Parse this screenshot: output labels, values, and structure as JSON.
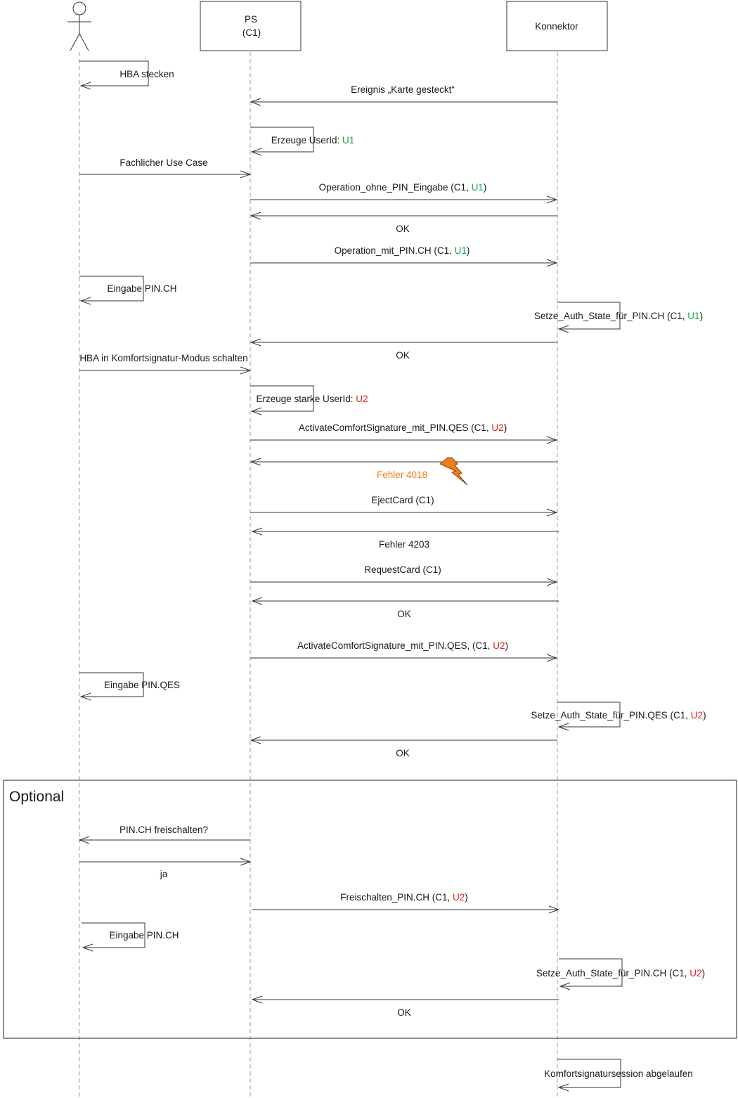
{
  "participants": {
    "ps_name": "PS",
    "ps_context": "(C1)",
    "konnektor": "Konnektor"
  },
  "colors": {
    "green": "#14a84a",
    "red": "#e2231a",
    "orange": "#ee7d1c"
  },
  "messages": [
    {
      "id": "m1",
      "parts": [
        {
          "t": "HBA stecken"
        }
      ]
    },
    {
      "id": "m2",
      "parts": [
        {
          "t": "Ereignis „Karte gesteckt“"
        }
      ]
    },
    {
      "id": "m3",
      "parts": [
        {
          "t": "Erzeuge UserId: "
        },
        {
          "t": "U1",
          "c": "green"
        }
      ]
    },
    {
      "id": "m4",
      "parts": [
        {
          "t": "Fachlicher Use Case"
        }
      ]
    },
    {
      "id": "m5",
      "parts": [
        {
          "t": "Operation_ohne_PIN_Eingabe (C1, "
        },
        {
          "t": "U1",
          "c": "green"
        },
        {
          "t": ")"
        }
      ]
    },
    {
      "id": "m6",
      "parts": [
        {
          "t": "OK"
        }
      ]
    },
    {
      "id": "m7",
      "parts": [
        {
          "t": "Operation_mit_PIN.CH (C1, "
        },
        {
          "t": "U1",
          "c": "green"
        },
        {
          "t": ")"
        }
      ]
    },
    {
      "id": "m8",
      "parts": [
        {
          "t": "Eingabe PIN.CH"
        }
      ]
    },
    {
      "id": "m9",
      "parts": [
        {
          "t": "Setze_Auth_State_für_PIN.CH (C1, "
        },
        {
          "t": "U1",
          "c": "green"
        },
        {
          "t": ")"
        }
      ]
    },
    {
      "id": "m10",
      "parts": [
        {
          "t": "OK"
        }
      ]
    },
    {
      "id": "m11",
      "parts": [
        {
          "t": "HBA in Komfortsignatur-Modus schalten"
        }
      ]
    },
    {
      "id": "m12",
      "parts": [
        {
          "t": "Erzeuge starke UserId: "
        },
        {
          "t": "U2",
          "c": "red"
        }
      ]
    },
    {
      "id": "m13",
      "parts": [
        {
          "t": "ActivateComfortSignature_mit_PIN.QES (C1, "
        },
        {
          "t": "U2",
          "c": "red"
        },
        {
          "t": ")"
        }
      ]
    },
    {
      "id": "m14",
      "parts": [
        {
          "t": "Fehler 4018",
          "c": "orange"
        }
      ]
    },
    {
      "id": "m15",
      "parts": [
        {
          "t": "EjectCard (C1)"
        }
      ]
    },
    {
      "id": "m16",
      "parts": [
        {
          "t": "Fehler 4203"
        }
      ]
    },
    {
      "id": "m17",
      "parts": [
        {
          "t": "RequestCard (C1)"
        }
      ]
    },
    {
      "id": "m18",
      "parts": [
        {
          "t": "OK"
        }
      ]
    },
    {
      "id": "m19",
      "parts": [
        {
          "t": "ActivateComfortSignature_mit_PIN.QES, (C1, "
        },
        {
          "t": "U2",
          "c": "red"
        },
        {
          "t": ")"
        }
      ]
    },
    {
      "id": "m20",
      "parts": [
        {
          "t": "Eingabe PIN.QES"
        }
      ]
    },
    {
      "id": "m21",
      "parts": [
        {
          "t": "Setze_Auth_State_für_PIN.QES (C1, "
        },
        {
          "t": "U2",
          "c": "red"
        },
        {
          "t": ")"
        }
      ]
    },
    {
      "id": "m22",
      "parts": [
        {
          "t": "OK"
        }
      ]
    },
    {
      "id": "m23",
      "parts": [
        {
          "t": "PIN.CH freischalten?"
        }
      ]
    },
    {
      "id": "m24",
      "parts": [
        {
          "t": "ja"
        }
      ]
    },
    {
      "id": "m25",
      "parts": [
        {
          "t": "Freischalten_PIN.CH (C1, "
        },
        {
          "t": "U2",
          "c": "red"
        },
        {
          "t": ")"
        }
      ]
    },
    {
      "id": "m26",
      "parts": [
        {
          "t": "Eingabe PIN.CH"
        }
      ]
    },
    {
      "id": "m27",
      "parts": [
        {
          "t": "Setze_Auth_State_für_PIN.CH (C1, "
        },
        {
          "t": "U2",
          "c": "red"
        },
        {
          "t": ")"
        }
      ]
    },
    {
      "id": "m28",
      "parts": [
        {
          "t": "OK"
        }
      ]
    },
    {
      "id": "m29",
      "parts": [
        {
          "t": "Komfortsignatursession abgelaufen"
        }
      ]
    }
  ],
  "optional_frame": {
    "label": "Optional"
  }
}
